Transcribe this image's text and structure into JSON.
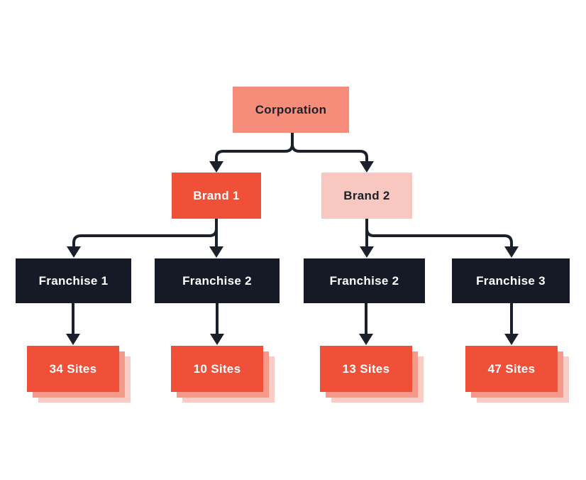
{
  "diagram": {
    "type": "org-hierarchy-flowchart",
    "background": "#FFFFFF",
    "connector_color": "#1B202B",
    "stack_layer_colors": [
      "#F5998B",
      "#F9CDC5"
    ],
    "nodes": {
      "corporation": {
        "label": "Corporation",
        "fill": "#F68D7B",
        "text_color": "#1B202B"
      },
      "brand1": {
        "label": "Brand 1",
        "fill": "#F04F38",
        "text_color": "#FFFFFF"
      },
      "brand2": {
        "label": "Brand 2",
        "fill": "#F8C8C0",
        "text_color": "#1B202B"
      },
      "franchise1": {
        "label": "Franchise 1",
        "fill": "#161A26",
        "text_color": "#FFFFFF"
      },
      "franchise2": {
        "label": "Franchise 2",
        "fill": "#161A26",
        "text_color": "#FFFFFF"
      },
      "franchise2b": {
        "label": "Franchise 2",
        "fill": "#161A26",
        "text_color": "#FFFFFF"
      },
      "franchise3": {
        "label": "Franchise 3",
        "fill": "#161A26",
        "text_color": "#FFFFFF"
      },
      "sites34": {
        "label": "34 Sites",
        "fill": "#F04F38",
        "text_color": "#FFFFFF",
        "stacked": true
      },
      "sites10": {
        "label": "10 Sites",
        "fill": "#F04F38",
        "text_color": "#FFFFFF",
        "stacked": true
      },
      "sites13": {
        "label": "13 Sites",
        "fill": "#F04F38",
        "text_color": "#FFFFFF",
        "stacked": true
      },
      "sites47": {
        "label": "47 Sites",
        "fill": "#F04F38",
        "text_color": "#FFFFFF",
        "stacked": true
      }
    },
    "edges": [
      {
        "from": "Corporation",
        "to": "Brand 1"
      },
      {
        "from": "Corporation",
        "to": "Brand 2"
      },
      {
        "from": "Brand 1",
        "to": "Franchise 1"
      },
      {
        "from": "Brand 1",
        "to": "Franchise 2"
      },
      {
        "from": "Brand 2",
        "to": "Franchise 2"
      },
      {
        "from": "Brand 2",
        "to": "Franchise 3"
      },
      {
        "from": "Franchise 1",
        "to": "34 Sites"
      },
      {
        "from": "Franchise 2",
        "to": "10 Sites"
      },
      {
        "from": "Franchise 2",
        "to": "13 Sites"
      },
      {
        "from": "Franchise 3",
        "to": "47 Sites"
      }
    ]
  }
}
